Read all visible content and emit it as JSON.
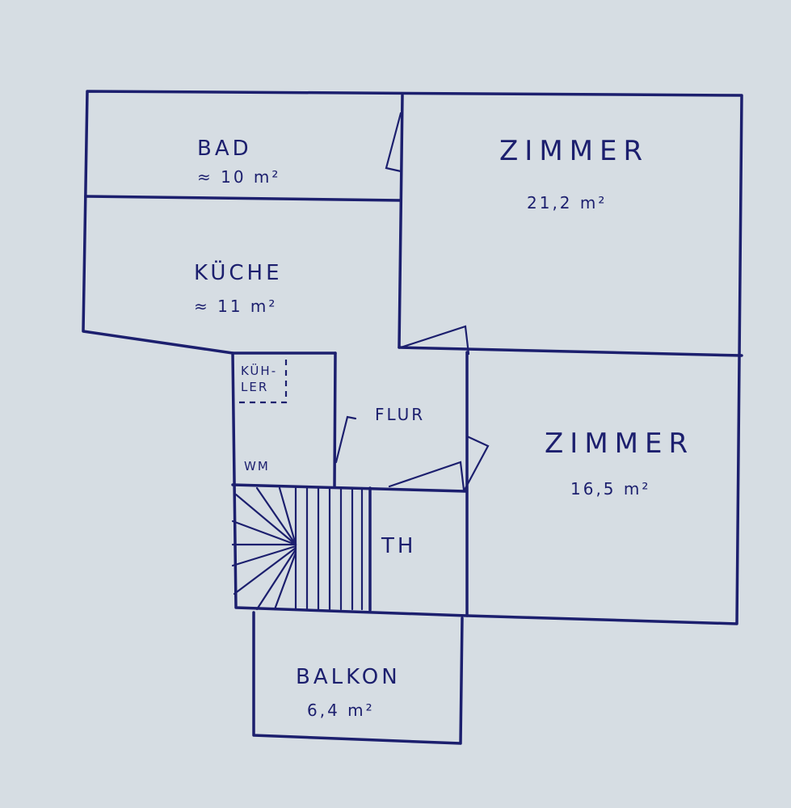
{
  "rooms": {
    "bad": {
      "name": "BAD",
      "area": "≈ 10 m²"
    },
    "zimmer_1": {
      "name": "ZIMMER",
      "area": "21,2 m²"
    },
    "kueche": {
      "name": "KÜCHE",
      "area": "≈ 11 m²"
    },
    "kuehler": {
      "line1": "KÜH-",
      "line2": "LER"
    },
    "flur": {
      "name": "FLUR"
    },
    "wm": {
      "name": "WM"
    },
    "zimmer_2": {
      "name": "ZIMMER",
      "area": "16,5 m²"
    },
    "th": {
      "name": "TH"
    },
    "balkon": {
      "name": "BALKON",
      "area": "6,4 m²"
    }
  },
  "colors": {
    "paper": "#d6dde3",
    "ink": "#1c1f6e"
  }
}
